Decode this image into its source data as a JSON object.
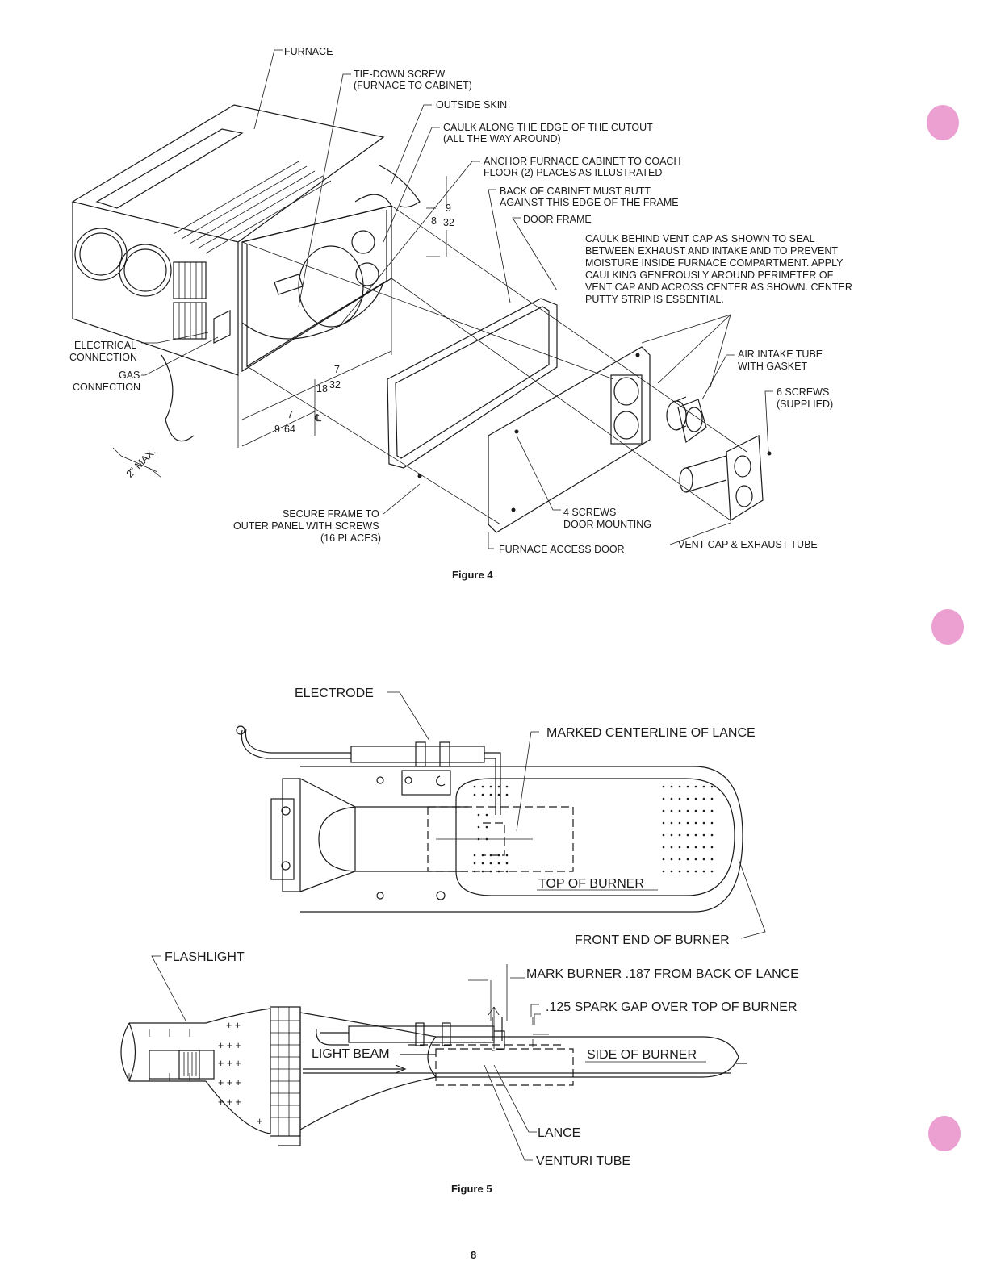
{
  "figure4": {
    "caption": "Figure 4",
    "labels": {
      "furnace": "FURNACE",
      "tie_down_1": "TIE-DOWN SCREW",
      "tie_down_2": "(FURNACE TO CABINET)",
      "outside_skin": "OUTSIDE SKIN",
      "caulk_1": "CAULK ALONG THE EDGE OF THE CUTOUT",
      "caulk_2": "(ALL THE WAY AROUND)",
      "anchor_1": "ANCHOR FURNACE CABINET TO COACH",
      "anchor_2": "FLOOR (2) PLACES AS ILLUSTRATED",
      "back_1": "BACK OF CABINET MUST BUTT",
      "back_2": "AGAINST THIS EDGE OF THE FRAME",
      "door_frame": "DOOR FRAME",
      "vent_note_1": "CAULK BEHIND VENT CAP AS SHOWN TO SEAL",
      "vent_note_2": "BETWEEN EXHAUST AND INTAKE AND TO PREVENT",
      "vent_note_3": "MOISTURE INSIDE FURNACE COMPARTMENT. APPLY",
      "vent_note_4": "CAULKING GENEROUSLY AROUND PERIMETER OF",
      "vent_note_5": "VENT CAP AND ACROSS CENTER AS SHOWN. CENTER",
      "vent_note_6": "PUTTY STRIP IS ESSENTIAL.",
      "air_intake_1": "AIR INTAKE TUBE",
      "air_intake_2": "WITH GASKET",
      "six_screws_1": "6 SCREWS",
      "six_screws_2": "(SUPPLIED)",
      "electrical_1": "ELECTRICAL",
      "electrical_2": "CONNECTION",
      "gas_1": "GAS",
      "gas_2": "CONNECTION",
      "secure_1": "SECURE FRAME TO",
      "secure_2": "OUTER PANEL WITH SCREWS",
      "secure_3": "(16 PLACES)",
      "four_screws_1": "4 SCREWS",
      "four_screws_2": "DOOR MOUNTING",
      "access_door": "FURNACE ACCESS DOOR",
      "vent_cap": "VENT CAP & EXHAUST TUBE",
      "max": "2\" MAX.",
      "dim_height_whole": "8",
      "dim_height_num": "9",
      "dim_height_den": "32",
      "dim_width_whole": "18",
      "dim_width_num": "7",
      "dim_width_den": "32",
      "dim_center_whole": "9",
      "dim_center_num": "7",
      "dim_center_den": "64",
      "centerline": "℄"
    }
  },
  "figure5": {
    "caption": "Figure 5",
    "labels": {
      "electrode": "ELECTRODE",
      "marked_centerline": "MARKED CENTERLINE OF LANCE",
      "top_of_burner": "TOP OF BURNER",
      "front_end": "FRONT END OF BURNER",
      "flashlight": "FLASHLIGHT",
      "mark_burner": "MARK BURNER .187 FROM BACK OF LANCE",
      "spark_gap": ".125 SPARK GAP OVER TOP OF BURNER",
      "light_beam": "LIGHT BEAM",
      "side_of_burner": "SIDE OF BURNER",
      "lance": "LANCE",
      "venturi_tube": "VENTURI TUBE"
    }
  },
  "page_number": "8"
}
